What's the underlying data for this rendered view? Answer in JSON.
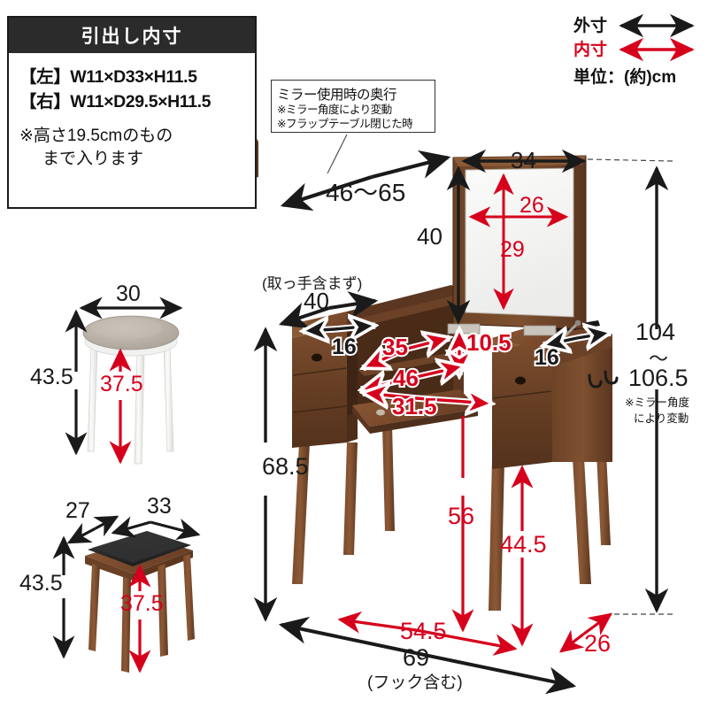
{
  "info_box": {
    "header": "引出し内寸",
    "line_left": "【左】W11×D33×H11.5",
    "line_right": "【右】W11×D29.5×H11.5",
    "note_line1": "※高さ19.5cmのもの",
    "note_line2": "まで入ります"
  },
  "legend": {
    "outer_label": "外寸",
    "inner_label": "内寸",
    "unit": "単位：(約)cm",
    "outer_color": "#1a1a1a",
    "inner_color": "#d6001c"
  },
  "note_box": {
    "title": "ミラー使用時の奥行",
    "sub1": "※ミラー角度により変動",
    "sub2": "※フラップテーブル閉じた時"
  },
  "desk": {
    "mirror_depth": "46〜65",
    "mirror_width": "34",
    "mirror_height": "40",
    "mirror_glass_width": "26",
    "mirror_glass_height": "29",
    "top_label_no_handle": "(取っ手含まず)",
    "top_depth": "40",
    "left_cabinet_width": "16",
    "right_cabinet_width": "16",
    "inner_left_depth": "35",
    "inner_height": "10.5",
    "inner_width_46": "46",
    "inner_width_315": "31.5",
    "total_height": "104",
    "total_height_tilde": "〜",
    "total_height_max": "106.5",
    "height_note1": "※ミラー角度",
    "height_note2": "により変動",
    "desk_height": "68.5",
    "leg_height_56": "56",
    "leg_height_445": "44.5",
    "leg_span": "54.5",
    "depth_26": "26",
    "total_width": "69",
    "total_width_note": "(フック含む)"
  },
  "stool_round": {
    "width": "30",
    "height": "43.5",
    "leg_height": "37.5"
  },
  "stool_square": {
    "depth": "27",
    "width": "33",
    "height": "43.5",
    "leg_height": "37.5"
  },
  "colors": {
    "black": "#1a1a1a",
    "red": "#d6001c",
    "wood_dark": "#4a2d1d",
    "wood_mid": "#6b4228",
    "wood_light": "#8a5a36",
    "wood_top": "#7a4b2c",
    "white_stool": "#f4f4f2",
    "seat_gray": "#b5aca2",
    "seat_black": "#2a2a2a",
    "mirror_glass": "#f2f2f0"
  }
}
